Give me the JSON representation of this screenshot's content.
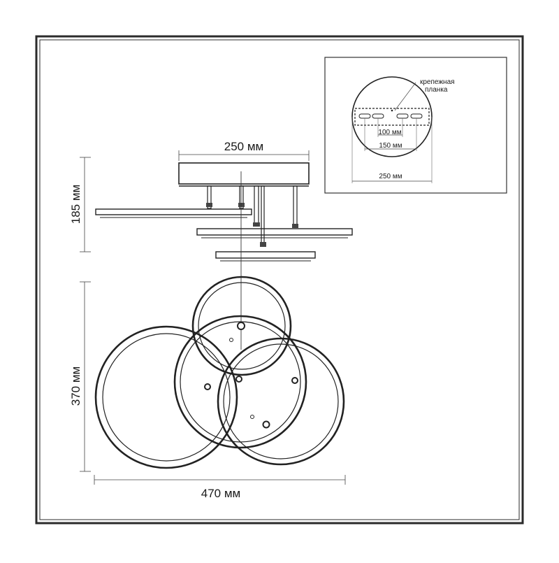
{
  "drawing": {
    "side_view": {
      "width_label": "250 мм",
      "height_label": "185 мм"
    },
    "front_view": {
      "height_label": "370 мм",
      "width_label": "470 мм"
    },
    "inset": {
      "plate_label_line1": "крепежная",
      "plate_label_line2": "планка",
      "dim_inner": "100 мм",
      "dim_middle": "150 мм",
      "dim_outer": "250 мм"
    }
  }
}
